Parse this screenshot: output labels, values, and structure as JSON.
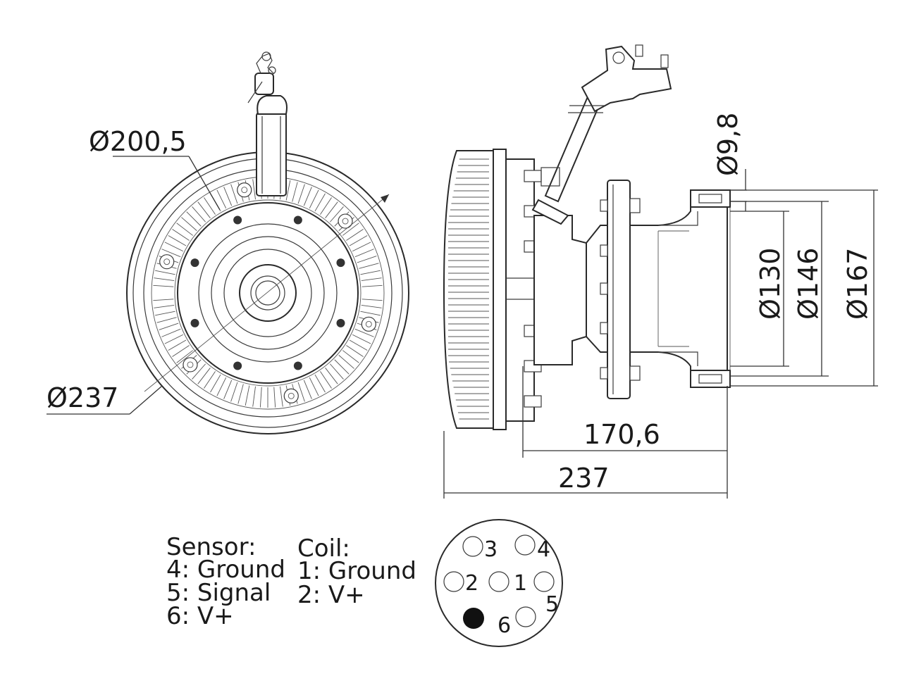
{
  "dimensions": {
    "front_inner_diameter": "Ø200,5",
    "front_outer_diameter": "Ø237",
    "bolt_hole_diameter": "Ø9,8",
    "flange_d1": "Ø130",
    "flange_d2": "Ø146",
    "flange_d3": "Ø167",
    "length_hub": "170,6",
    "length_total": "237"
  },
  "legend": {
    "sensor": {
      "title": "Sensor:",
      "lines": [
        "4: Ground",
        "5: Signal",
        "6: V+"
      ]
    },
    "coil": {
      "title": "Coil:",
      "lines": [
        "1: Ground",
        "2: V+"
      ]
    }
  },
  "connector": {
    "pins": [
      "1",
      "2",
      "3",
      "4",
      "5",
      "6"
    ]
  }
}
